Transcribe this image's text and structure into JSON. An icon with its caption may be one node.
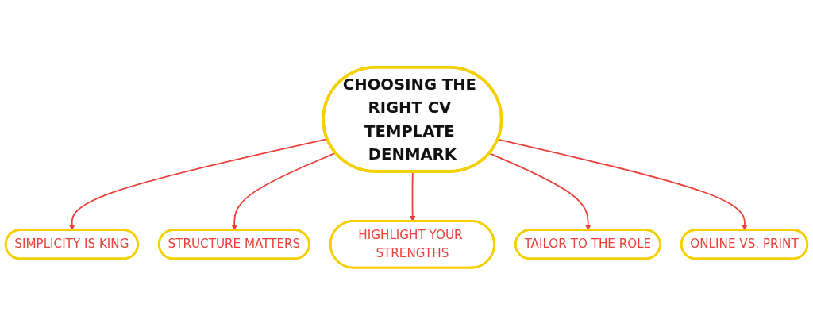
{
  "diagram": {
    "nodes": [
      {
        "text": [
          "CHOOSING THE RIGHT CV TEMPLATE DENMARK"
        ]
      },
      {
        "text": [
          "SIMPLICITY IS KING"
        ]
      },
      {
        "text": [
          "STRUCTURE MATTERS"
        ]
      },
      {
        "text": [
          "HIGHLIGHT YOUR STRENGTHS"
        ]
      },
      {
        "text": [
          "TAILOR TO THE ROLE"
        ]
      },
      {
        "text": [
          "ONLINE VS. PRINT"
        ]
      }
    ],
    "edges": [
      {
        "from": 0,
        "to": 1,
        "arrow": "to"
      },
      {
        "from": 0,
        "to": 2,
        "arrow": "to"
      },
      {
        "from": 0,
        "to": 3,
        "arrow": "to"
      },
      {
        "from": 0,
        "to": 4,
        "arrow": "to"
      },
      {
        "from": 0,
        "to": 5,
        "arrow": "to"
      }
    ]
  }
}
